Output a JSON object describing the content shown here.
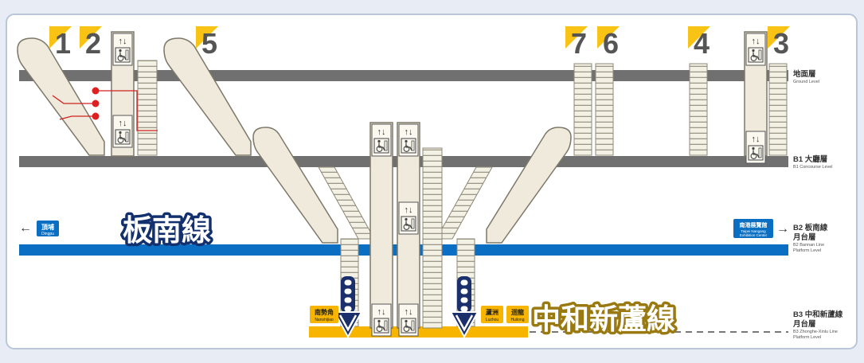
{
  "exits": [
    "1",
    "2",
    "5",
    "7",
    "6",
    "4",
    "3"
  ],
  "levels": {
    "ground": {
      "zh": "地面層",
      "en": "Ground Level"
    },
    "b1": {
      "zh": "B1 大廳層",
      "en": "B1 Concourse Level"
    },
    "b2": {
      "zh1": "B2 板南線",
      "zh2": "月台層",
      "en1": "B2 Bannan Line",
      "en2": "Platform Level"
    },
    "b3": {
      "zh1": "B3 中和新蘆線",
      "zh2": "月台層",
      "en1": "B3 Zhonghe-Xinlu Line",
      "en2": "Platform Level"
    }
  },
  "lines": {
    "bannan": {
      "name": "板南線",
      "color": "#0a6fc2"
    },
    "zhonghe": {
      "name": "中和新蘆線",
      "color": "#f7b500"
    }
  },
  "directions": {
    "west": {
      "zh": "頂埔",
      "en": "Dingpu"
    },
    "east": {
      "zh": "南港展覽館",
      "en1": "Taipei Nangang",
      "en2": "Exhibition Center"
    },
    "south": {
      "zh": "南勢角",
      "en": "Nanshijiao"
    },
    "north1": {
      "zh": "蘆洲",
      "en": "Luzhou"
    },
    "north2": {
      "zh": "迴龍",
      "en": "Huilong"
    }
  },
  "icons": {
    "elevator": "↑↓",
    "accessible": "wheelchair-icon"
  },
  "colors": {
    "floor": "#707070",
    "escalator": "#efeadb",
    "outline": "#7d7869",
    "badge": "#f9c316"
  }
}
